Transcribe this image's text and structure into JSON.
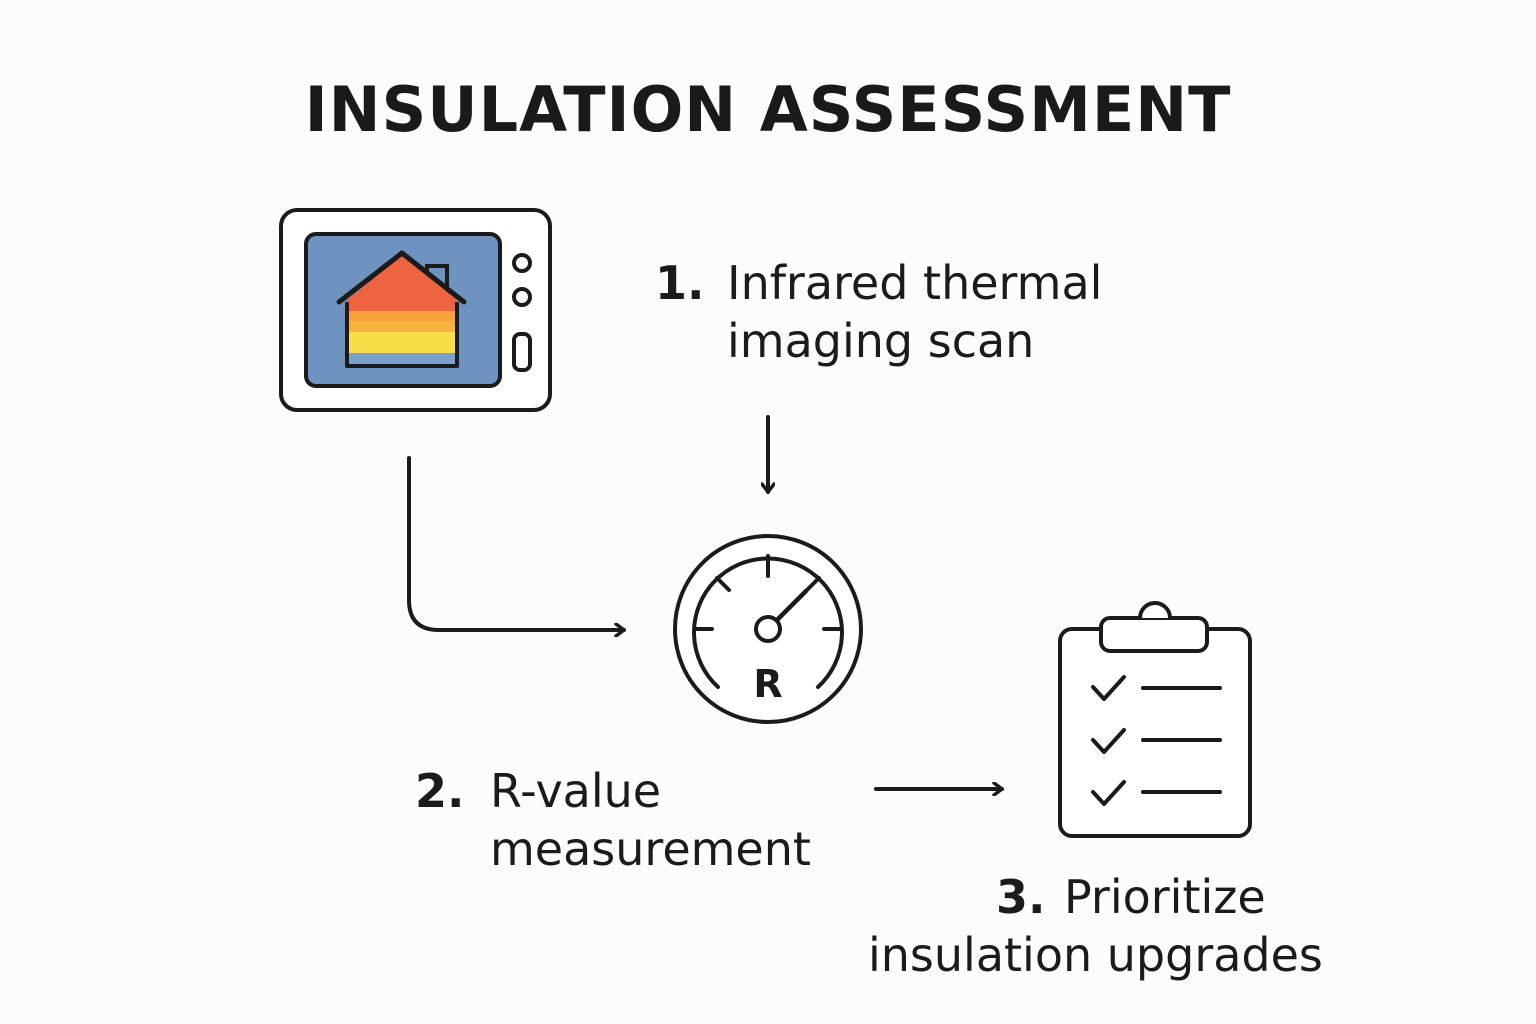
{
  "title": "INSULATION ASSESSMENT",
  "steps": [
    {
      "number": "1.",
      "line1": "Infrared thermal",
      "line2": "imaging scan",
      "icon": "thermal-camera-icon"
    },
    {
      "number": "2.",
      "line1": "R-value",
      "line2": "measurement",
      "icon": "r-value-gauge-icon"
    },
    {
      "number": "3.",
      "line1": "Prioritize",
      "line2": "insulation upgrades",
      "icon": "checklist-clipboard-icon"
    }
  ],
  "gauge_letter": "R",
  "colors": {
    "background": "#fcfcfa",
    "stroke": "#1b1b1b",
    "screen": "#6f93c0",
    "heat_red": "#ef6440",
    "heat_orange": "#f6a13a",
    "heat_yellow": "#f8dd48",
    "heat_blue": "#6f93c0"
  }
}
